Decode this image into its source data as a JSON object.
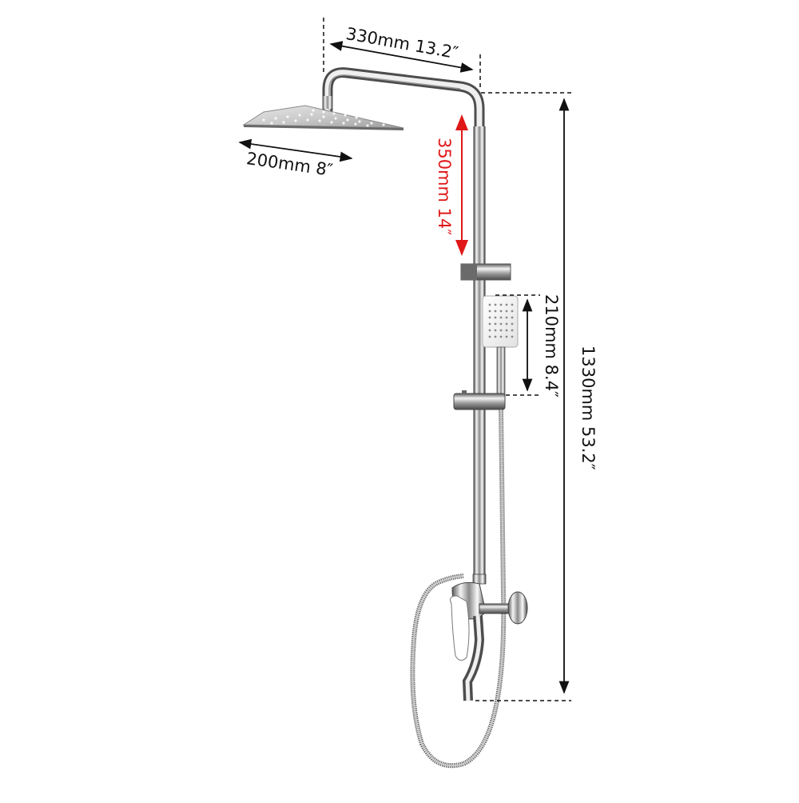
{
  "diagram": {
    "subject": "Rain shower column set with handheld shower and bath mixer",
    "colors": {
      "dimension_line": "#111111",
      "highlight_dimension": "#e01818",
      "chrome_dark": "#6a6a6a",
      "chrome_light": "#f0f0f0",
      "background": "#ffffff"
    },
    "dimensions": {
      "arm_length": {
        "label": "330mm 13.2″",
        "mm": 330,
        "inch": 13.2
      },
      "head_width": {
        "label": "200mm 8″",
        "mm": 200,
        "inch": 8
      },
      "head_to_slider": {
        "label": "350mm 14″",
        "mm": 350,
        "inch": 14,
        "color": "red"
      },
      "handheld_height": {
        "label": "210mm 8.4″",
        "mm": 210,
        "inch": 8.4
      },
      "total_height": {
        "label": "1330mm 53.2″",
        "mm": 1330,
        "inch": 53.2
      }
    },
    "components": [
      "rain-shower-head",
      "shower-arm",
      "riser-pipe",
      "top-slider-holder",
      "handheld-shower",
      "lower-slider-holder",
      "shower-hose",
      "mixer-valve",
      "lever-handle",
      "tub-spout",
      "wall-flange"
    ]
  }
}
